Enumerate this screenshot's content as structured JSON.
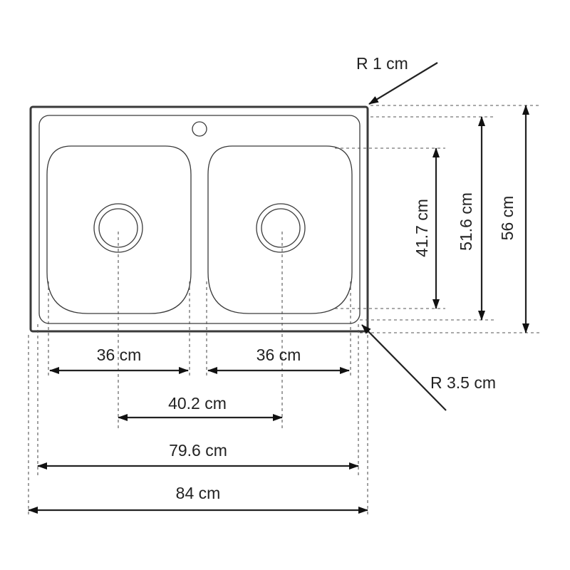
{
  "labels": {
    "corner_radius_top": "R 1 cm",
    "corner_radius_bottom": "R 3.5 cm",
    "bowl_width_left": "36 cm",
    "bowl_width_right": "36 cm",
    "drain_spacing": "40.2 cm",
    "inner_width": "79.6 cm",
    "overall_width": "84 cm",
    "bowl_depth": "41.7 cm",
    "inner_depth": "51.6 cm",
    "overall_depth": "56 cm"
  },
  "colors": {
    "line": "#3a3a3a",
    "dimension": "#222222",
    "background": "#ffffff"
  }
}
